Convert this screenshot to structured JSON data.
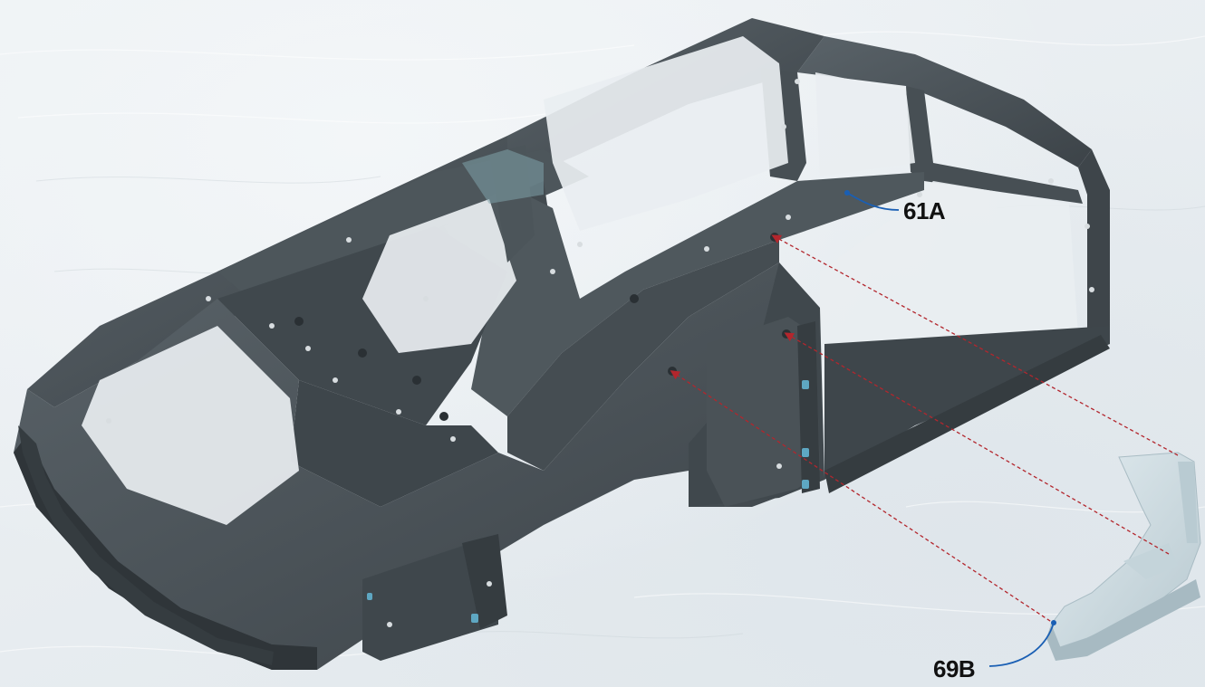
{
  "callouts": {
    "part_a": {
      "label": "61A"
    },
    "part_b": {
      "label": "69B"
    }
  },
  "colors": {
    "frame": "#4a5257",
    "frame_dark": "#3a4146",
    "frame_light": "#5c656b",
    "bracket": "#cfdde3",
    "leader": "#1a5fb4",
    "dashed": "#b3262d",
    "label": "#111111"
  },
  "icons": {
    "frame": "car-body-frame-illustration",
    "bracket": "mounting-bracket-illustration"
  }
}
